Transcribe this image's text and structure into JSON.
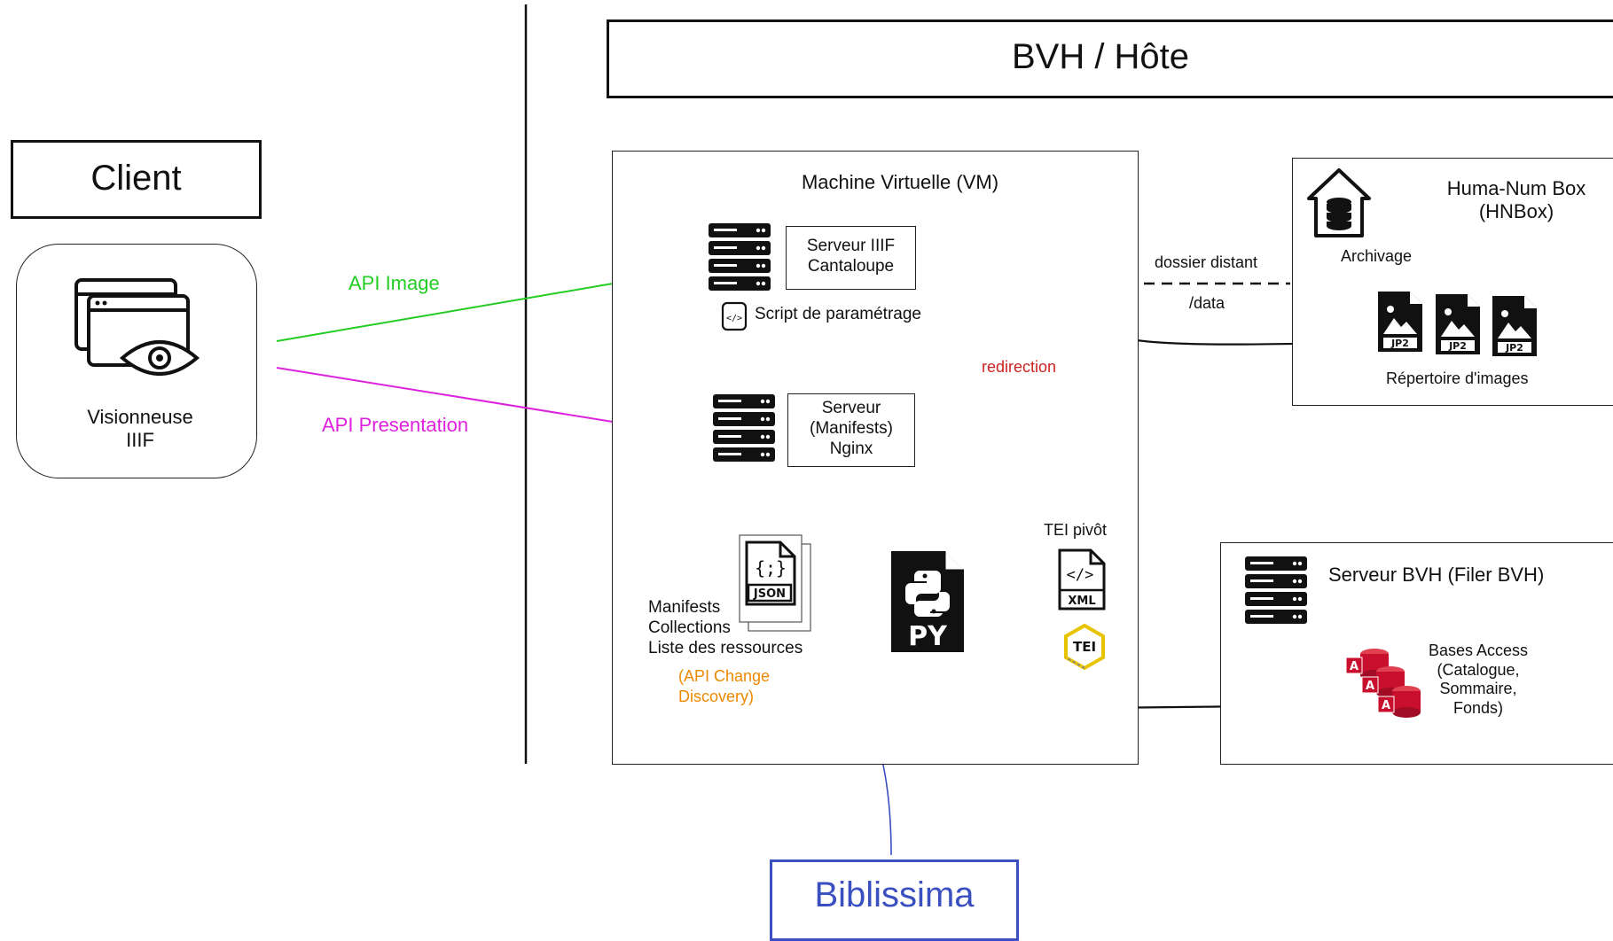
{
  "header": {
    "title": "BVH / Hôte"
  },
  "client": {
    "title": "Client",
    "viewer_label_line1": "Visionneuse",
    "viewer_label_line2": "IIIF"
  },
  "arrows": {
    "api_image": "API Image",
    "api_presentation": "API Presentation",
    "redirection": "redirection",
    "remote_folder": "dossier distant",
    "remote_path": "/data"
  },
  "vm": {
    "title": "Machine Virtuelle (VM)",
    "iiif_server_line1": "Serveur IIIF",
    "iiif_server_line2": "Cantaloupe",
    "script_label": "Script de paramétrage",
    "manifest_server_line1": "Serveur",
    "manifest_server_line2": "(Manifests)",
    "manifest_server_line3": "Nginx",
    "manifests_line1": "Manifests",
    "manifests_line2": "Collections",
    "manifests_line3": "Liste des ressources",
    "change_discovery_line1": "(API Change",
    "change_discovery_line2": "Discovery)",
    "json_icon_text": "JSON",
    "py_icon_text": "PY",
    "tei_label": "TEI pivôt",
    "xml_icon_text": "XML",
    "tei_logo_text": "TEI"
  },
  "hnbox": {
    "title_line1": "Huma-Num Box",
    "title_line2": "(HNBox)",
    "archive_label": "Archivage",
    "images_label": "Répertoire d'images",
    "jp2_text": "JP2"
  },
  "bvh_server": {
    "title": "Serveur BVH (Filer BVH)",
    "db_line1": "Bases Access",
    "db_line2": "(Catalogue,",
    "db_line3": "Sommaire,",
    "db_line4": "Fonds)",
    "access_letter": "A"
  },
  "biblissima": {
    "label": "Biblissima"
  },
  "colors": {
    "api_image": "#22cc22",
    "api_presentation": "#dd22dd",
    "redirection": "#cc2222",
    "change_discovery": "#ee8800",
    "biblissima": "#3a4fc0",
    "access_red": "#c8102e"
  },
  "icons": [
    "server-icon",
    "browser-eye-icon",
    "code-file-icon",
    "json-file-icon",
    "python-file-icon",
    "xml-file-icon",
    "tei-logo-icon",
    "archive-home-icon",
    "jp2-image-icon",
    "access-database-icon"
  ]
}
